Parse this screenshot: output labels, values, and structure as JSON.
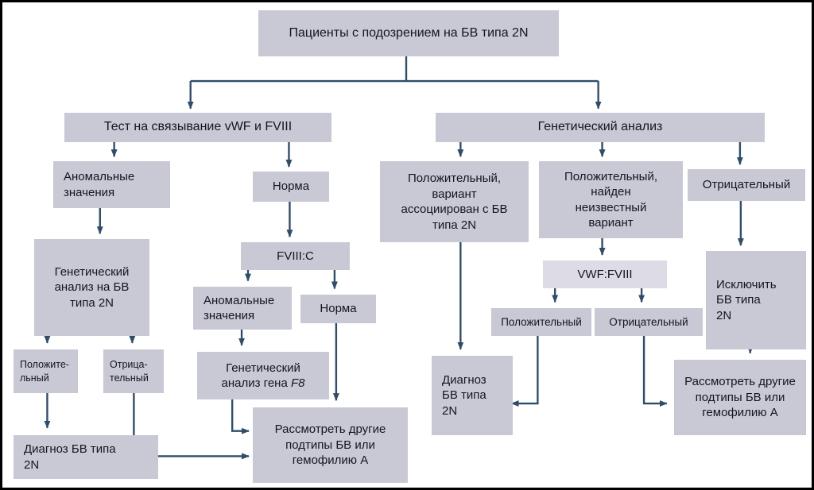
{
  "colors": {
    "background": "#ffffff",
    "frame": "#000000",
    "box_fill": "#c9c8d5",
    "box_fill_light": "#dcdbe6",
    "arrow": "#2e4d6b",
    "text": "#15151f"
  },
  "nodes": {
    "root": "Пациенты с подозрением на БВ типа 2N",
    "binding_test": "Тест на связывание vWF и FVIII",
    "genetic_analysis": "Генетический анализ",
    "abnormal_left": "Аномальные\nзначения",
    "norma_left": "Норма",
    "genetic_2n": "Генетический\nанализ на БВ\nтипа 2N",
    "positive_left": "Положите-\nльный",
    "negative_left": "Отрица-\nтельный",
    "diagnosis_left": "Диагноз БВ типа\n2N",
    "fviii_c": "FVIII:C",
    "abnormal_mid": "Аномальные\nзначения",
    "norma_mid": "Норма",
    "genetic_f8_text": "Генетический\nанализ гена ",
    "genetic_f8_gene": "F8",
    "consider_left": "Рассмотреть другие\nподтипы БВ или\nгемофилию А",
    "positive_assoc": "Положительный,\nвариант\nассоциирован с БВ\nтипа 2N",
    "positive_unknown": "Положительный,\nнайден\nнеизвестный\nвариант",
    "negative_right": "Отрицательный",
    "vwf_fviii": "VWF:FVIII",
    "positive_mid_right": "Положительный",
    "negative_mid_right": "Отрицательный",
    "diagnosis_right": "Диагноз\nБВ типа\n2N",
    "exclude_2n": "Исключить\nБВ типа\n2N",
    "consider_right": "Рассмотреть другие\nподтипы БВ или\nгемофилию А"
  }
}
